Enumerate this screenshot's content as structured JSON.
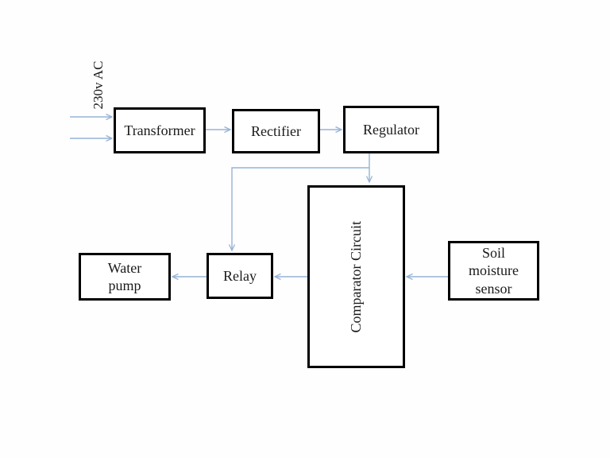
{
  "diagram": {
    "type": "block-diagram",
    "description_visible": false,
    "input_label": "230v AC",
    "nodes": {
      "transformer": {
        "label": "Transformer"
      },
      "rectifier": {
        "label": "Rectifier"
      },
      "regulator": {
        "label": "Regulator"
      },
      "comparator": {
        "label": "Comparator Circuit"
      },
      "relay": {
        "label": "Relay"
      },
      "water_pump": {
        "label": "Water\npump"
      },
      "soil_sensor": {
        "label": "Soil\nmoisture\nsensor"
      }
    },
    "edges": [
      {
        "from": "ac-mains-line-1",
        "to": "transformer"
      },
      {
        "from": "ac-mains-line-2",
        "to": "transformer"
      },
      {
        "from": "transformer",
        "to": "rectifier"
      },
      {
        "from": "rectifier",
        "to": "regulator"
      },
      {
        "from": "regulator",
        "to": "comparator"
      },
      {
        "from": "regulator",
        "to": "relay"
      },
      {
        "from": "comparator",
        "to": "relay"
      },
      {
        "from": "relay",
        "to": "water_pump"
      },
      {
        "from": "soil_sensor",
        "to": "comparator"
      }
    ],
    "colors": {
      "connector": "#95b3d7",
      "box_border": "#000000",
      "text": "#1a1a1a",
      "background": "#fefefe"
    }
  }
}
